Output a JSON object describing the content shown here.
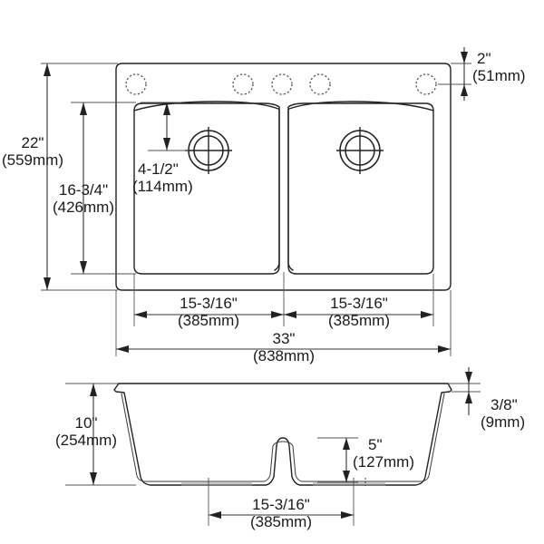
{
  "drawing": {
    "title": "Kitchen sink dimensional drawing",
    "line_color": "#222222",
    "text_color": "#1a1a1a",
    "views": {
      "top": "top-view",
      "section": "front-section-view"
    }
  },
  "dimensions": {
    "overall_height": {
      "imperial": "22\"",
      "metric": "(559mm)"
    },
    "bowl_height": {
      "imperial": "16-3/4\"",
      "metric": "(426mm)"
    },
    "rear_ledge": {
      "imperial": "2\"",
      "metric": "(51mm)"
    },
    "drain_offset": {
      "imperial": "4-1/2\"",
      "metric": "(114mm)"
    },
    "left_bowl_width": {
      "imperial": "15-3/16\"",
      "metric": "(385mm)"
    },
    "right_bowl_width": {
      "imperial": "15-3/16\"",
      "metric": "(385mm)"
    },
    "overall_width": {
      "imperial": "33\"",
      "metric": "(838mm)"
    },
    "bowl_depth": {
      "imperial": "10\"",
      "metric": "(254mm)"
    },
    "rim_thickness": {
      "imperial": "3/8\"",
      "metric": "(9mm)"
    },
    "divider_height": {
      "imperial": "5\"",
      "metric": "(127mm)"
    },
    "section_bowl_width": {
      "imperial": "15-3/16\"",
      "metric": "(385mm)"
    }
  },
  "features": {
    "faucet_holes_count": 5,
    "drains_count": 2,
    "bowls_count": 2
  }
}
